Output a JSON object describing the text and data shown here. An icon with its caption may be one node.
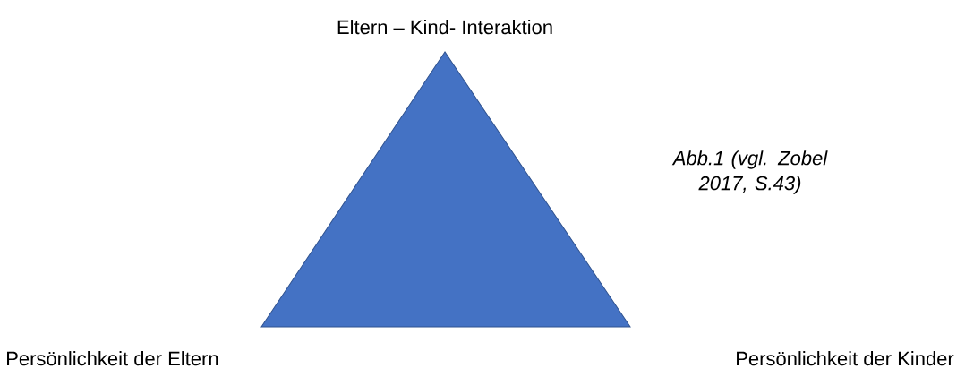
{
  "diagram": {
    "caption": "Abb.1 (vgl. Zobel 2017, S.43)",
    "nodes": [
      {
        "text": [],
        "shape": "triangle"
      }
    ],
    "labels": [
      "Eltern – Kind- Interaktion",
      "Persönlichkeit der Eltern",
      "Persönlichkeit der Kinder"
    ]
  }
}
